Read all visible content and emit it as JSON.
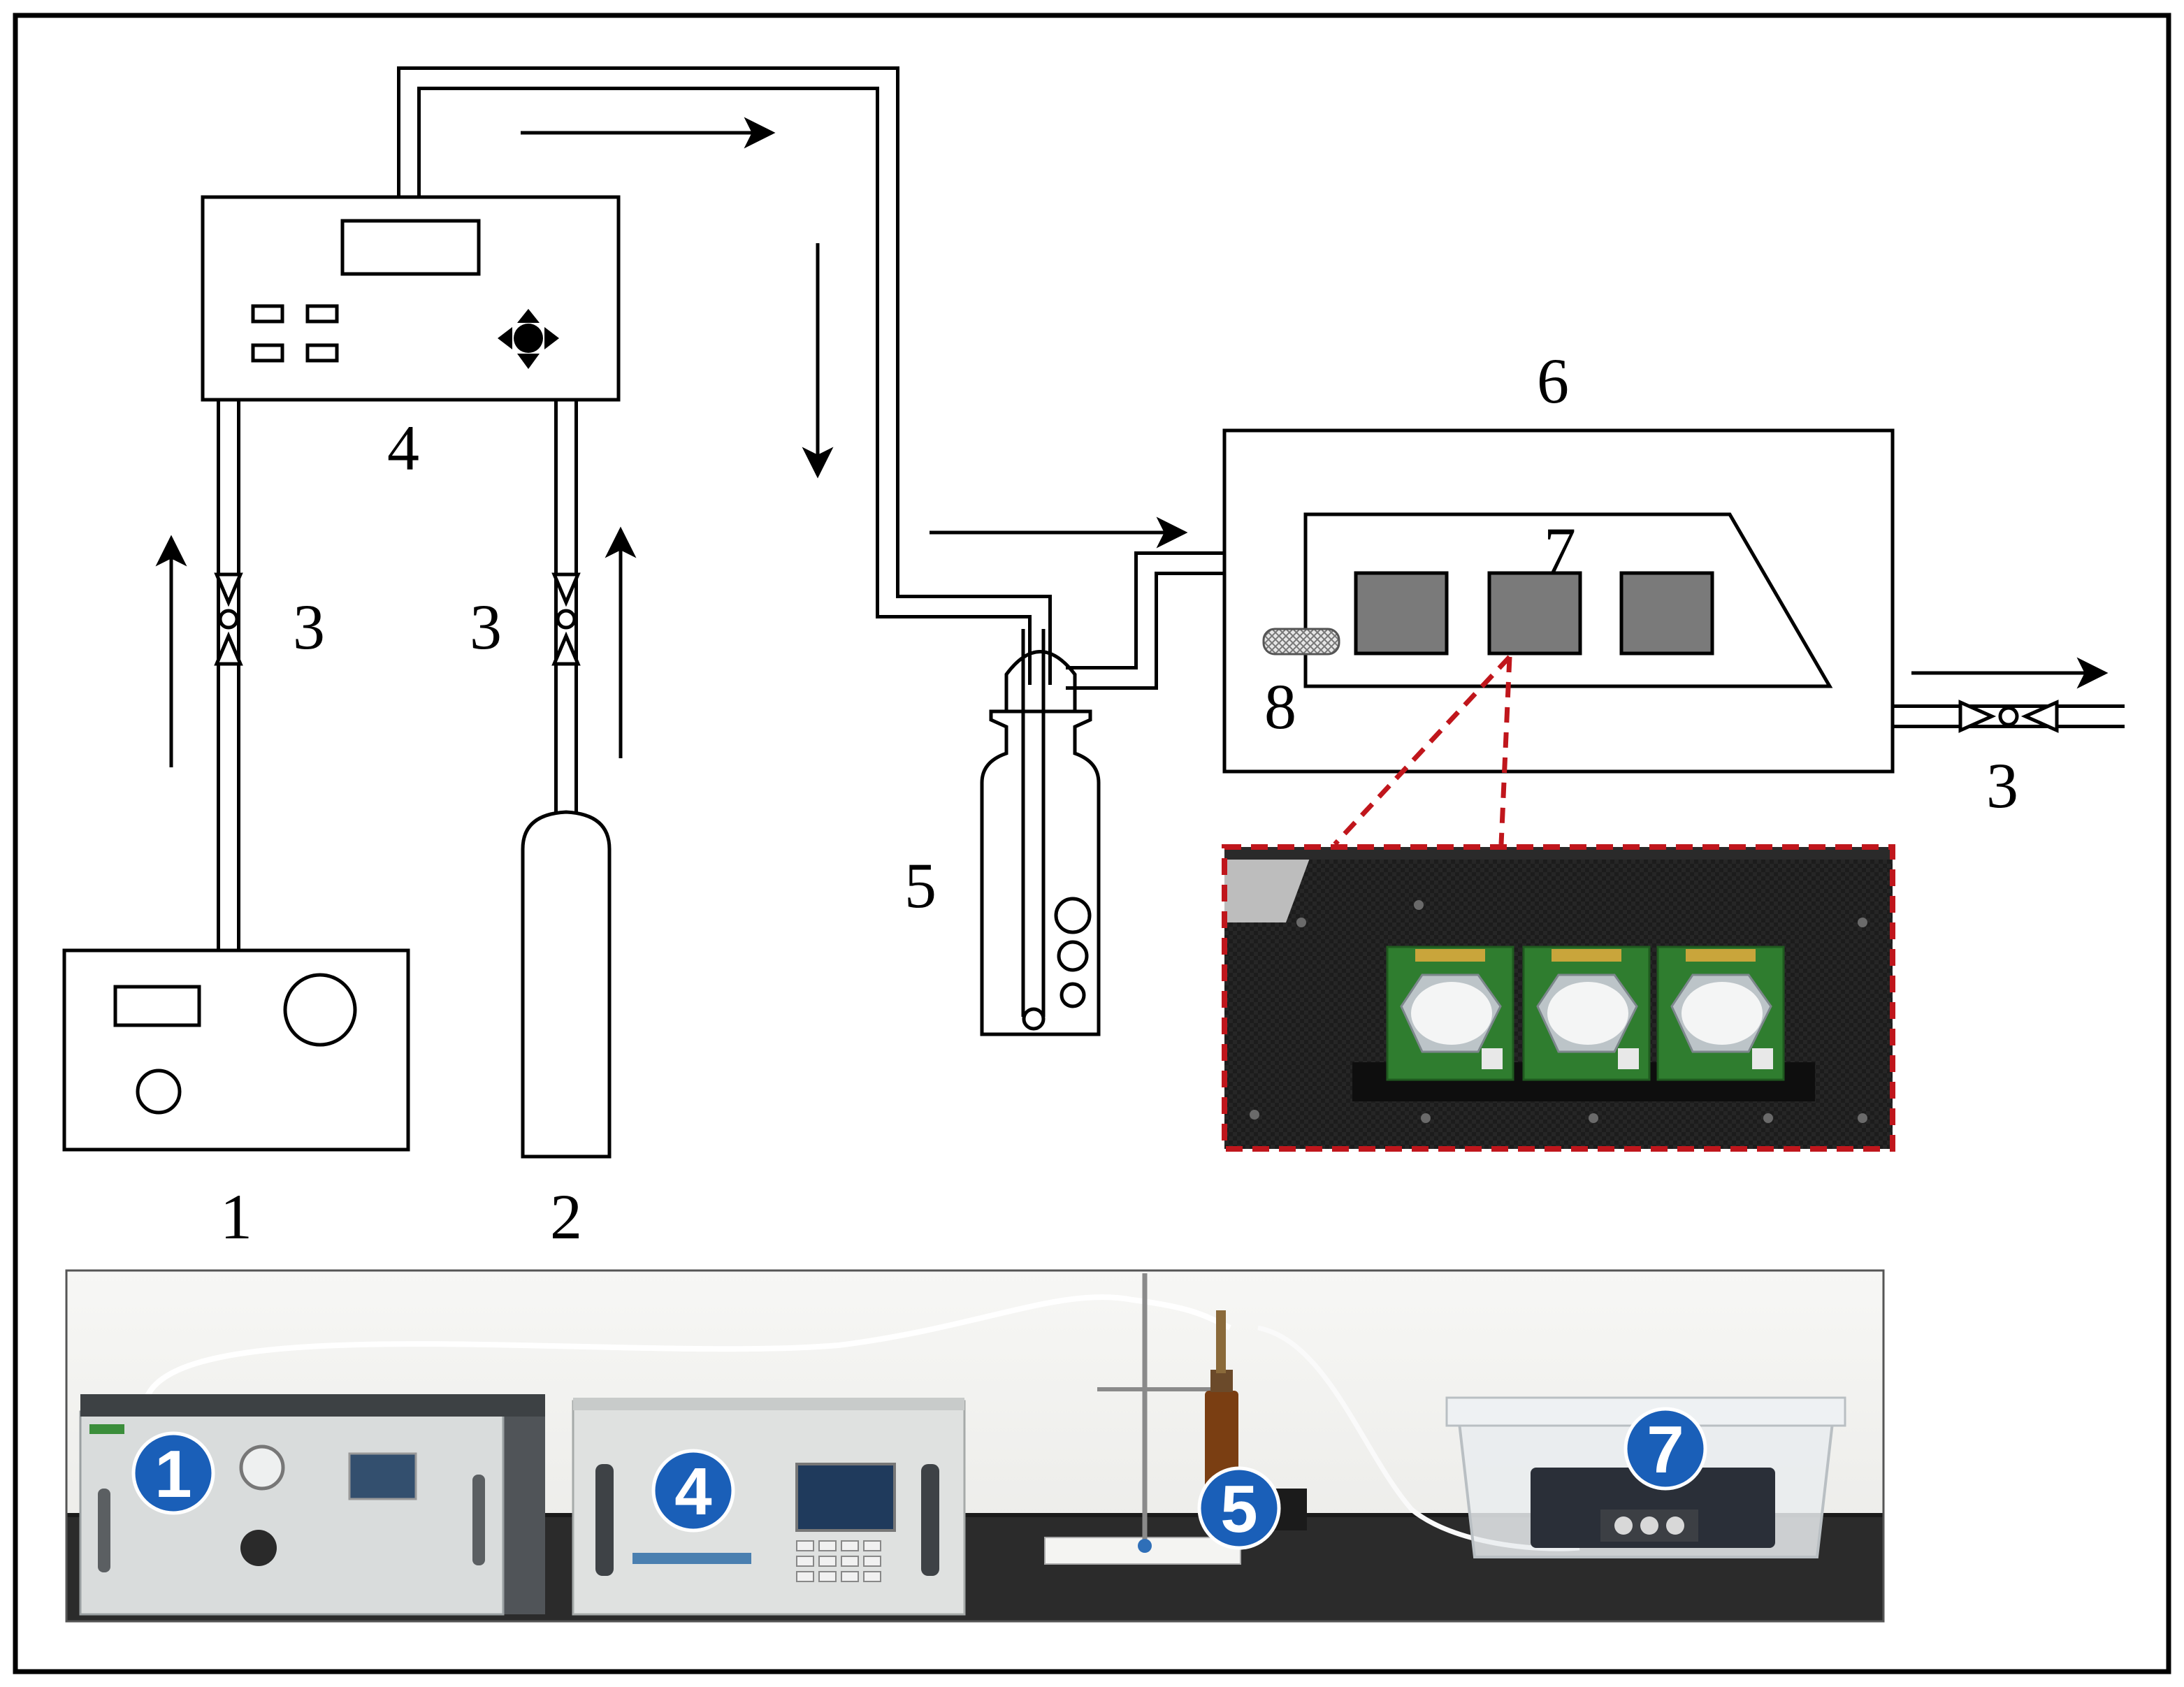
{
  "labels": {
    "generator": "1",
    "cylinder": "2",
    "valve_left": "3",
    "valve_middle": "3",
    "valve_right": "3",
    "controller": "4",
    "bubbler": "5",
    "chamber": "6",
    "sensor_board": "7",
    "fan": "8"
  },
  "photo_badges": {
    "generator": "1",
    "controller": "4",
    "bubbler": "5",
    "chamber": "7"
  },
  "colors": {
    "line": "#000000",
    "sensor_fill": "#7a7a7a",
    "callout_dash": "#c0161c",
    "badge": "#1a5fb8",
    "pcb": "#2f7d2f",
    "carbon": "#1c1c1c"
  },
  "photo_panels": [
    {
      "name": "sensor-array-photo",
      "caption": ""
    },
    {
      "name": "lab-setup-photo",
      "caption": ""
    }
  ]
}
